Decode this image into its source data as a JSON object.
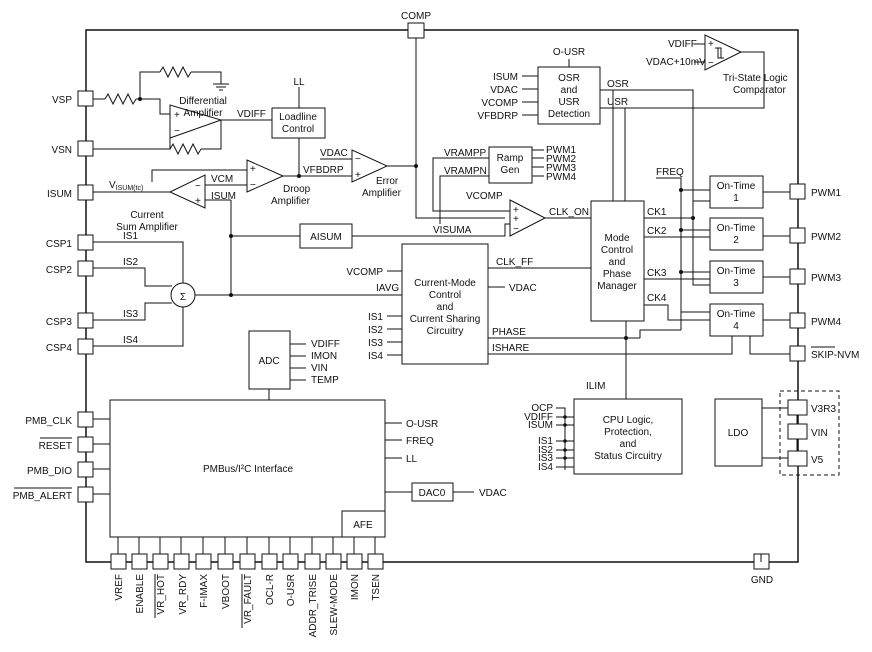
{
  "pins_left": {
    "vsp": "VSP",
    "vsn": "VSN",
    "isum": "ISUM",
    "csp1": "CSP1",
    "csp2": "CSP2",
    "csp3": "CSP3",
    "csp4": "CSP4",
    "pmb_clk": "PMB_CLK",
    "reset": "RESET",
    "pmb_dio": "PMB_DIO",
    "pmb_alert": "PMB_ALERT"
  },
  "pins_top": {
    "comp": "COMP"
  },
  "pins_right": {
    "pwm1": "PWM1",
    "pwm2": "PWM2",
    "pwm3": "PWM3",
    "pwm4": "PWM4",
    "skip_nvm": "SKIP-NVM",
    "v3r3": "V3R3",
    "vin": "VIN",
    "v5": "V5"
  },
  "pins_bottom": {
    "vref": "VREF",
    "enable": "ENABLE",
    "vr_hot": "VR_HOT",
    "vr_rdy": "VR_RDY",
    "f_imax": "F-IMAX",
    "vboot": "VBOOT",
    "vr_fault": "VR_FAULT",
    "ocl_r": "OCL-R",
    "o_usr": "O-USR",
    "addr_trise": "ADDR_TRISE",
    "slew_mode": "SLEW-MODE",
    "imon": "IMON",
    "tsen": "TSEN",
    "gnd": "GND"
  },
  "blocks": {
    "diff_amp": [
      "Differential",
      "Amplifier"
    ],
    "loadline": [
      "Loadline",
      "Control"
    ],
    "droop_amp": [
      "Droop",
      "Amplifier"
    ],
    "error_amp": [
      "Error",
      "Amplifier"
    ],
    "current_sum": [
      "Current",
      "Sum Amplifier"
    ],
    "aisum": "AISUM",
    "ramp_gen": [
      "Ramp",
      "Gen"
    ],
    "osr": [
      "OSR",
      "and",
      "USR",
      "Detection"
    ],
    "tristate": [
      "Tri-State Logic",
      "Comparator"
    ],
    "mode_ctrl": [
      "Mode",
      "Control",
      "and",
      "Phase",
      "Manager"
    ],
    "current_mode": [
      "Current-Mode",
      "Control",
      "and",
      "Current Sharing",
      "Circuitry"
    ],
    "on_time_1": [
      "On-Time",
      "1"
    ],
    "on_time_2": [
      "On-Time",
      "2"
    ],
    "on_time_3": [
      "On-Time",
      "3"
    ],
    "on_time_4": [
      "On-Time",
      "4"
    ],
    "adc": "ADC",
    "pmbus": "PMBus/I²C Interface",
    "afe": "AFE",
    "dac0": "DAC0",
    "cpu_logic": [
      "CPU Logic,",
      "Protection,",
      "and",
      "Status Circuitry"
    ],
    "ldo": "LDO"
  },
  "signals": {
    "ll": "LL",
    "vdiff": "VDIFF",
    "vdac": "VDAC",
    "vfbdrp": "VFBDRP",
    "vcm": "VCM",
    "isum_int": "ISUM",
    "visum_main": "V",
    "visum_sub": "ISUM(tc)",
    "is1": "IS1",
    "is2": "IS2",
    "is3": "IS3",
    "is4": "IS4",
    "visuma": "VISUMA",
    "vcomp": "VCOMP",
    "iavg": "IAVG",
    "vrampp": "VRAMPP",
    "vrampn": "VRAMPN",
    "pwm1": "PWM1",
    "pwm2": "PWM2",
    "pwm3": "PWM3",
    "pwm4": "PWM4",
    "o_usr": "O-USR",
    "osr_in_isum": "ISUM",
    "osr_in_vdac": "VDAC",
    "osr_in_vcomp": "VCOMP",
    "osr_in_vfbdrp": "VFBDRP",
    "osr": "OSR",
    "usr": "USR",
    "tri_vdiff": "VDIFF",
    "tri_vdac": "VDAC+10mV",
    "clk_on": "CLK_ON",
    "clk_ff": "CLK_FF",
    "freq": "FREQ",
    "ck1": "CK1",
    "ck2": "CK2",
    "ck3": "CK3",
    "ck4": "CK4",
    "cm_vdac": "VDAC",
    "phase": "PHASE",
    "ishare": "ISHARE",
    "ilim": "ILIM",
    "adc_vdiff": "VDIFF",
    "adc_imon": "IMON",
    "adc_vin": "VIN",
    "adc_temp": "TEMP",
    "pm_ousr": "O-USR",
    "pm_freq": "FREQ",
    "pm_ll": "LL",
    "dac_vdac": "VDAC",
    "cpu_ocp": "OCP",
    "cpu_vdiff": "VDIFF",
    "cpu_isum": "ISUM",
    "cpu_is1": "IS1",
    "cpu_is2": "IS2",
    "cpu_is3": "IS3",
    "cpu_is4": "IS4"
  },
  "symbols": {
    "sigma": "Σ",
    "plus": "+",
    "minus": "−"
  }
}
